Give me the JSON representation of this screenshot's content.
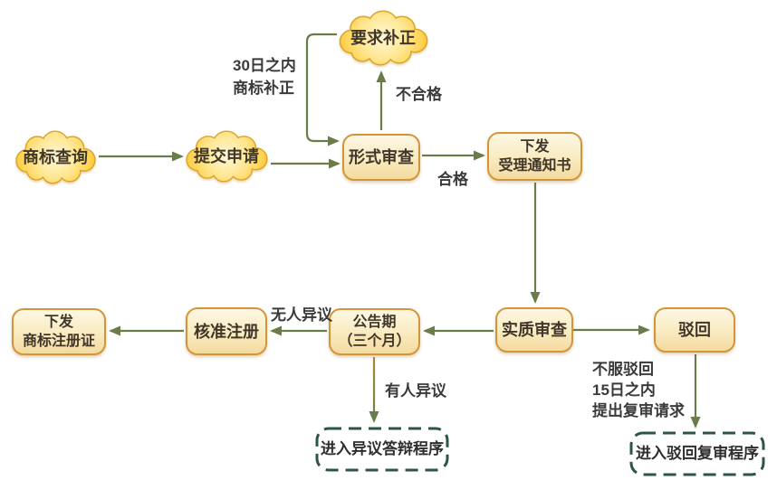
{
  "diagram_type": "flowchart",
  "language": "zh-CN",
  "nodes": {
    "query": {
      "shape": "cloud",
      "label": "商标查询"
    },
    "submit": {
      "shape": "cloud",
      "label": "提交申请"
    },
    "correction": {
      "shape": "cloud",
      "label": "要求补正"
    },
    "formal": {
      "shape": "box",
      "label": "形式审查"
    },
    "notice": {
      "shape": "box",
      "line1": "下发",
      "line2": "受理通知书"
    },
    "substantive": {
      "shape": "box",
      "label": "实质审查"
    },
    "reject": {
      "shape": "box",
      "label": "驳回"
    },
    "announce": {
      "shape": "box",
      "line1": "公告期",
      "line2": "（三个月）"
    },
    "approve": {
      "shape": "box",
      "label": "核准注册"
    },
    "cert": {
      "shape": "box",
      "line1": "下发",
      "line2": "商标注册证"
    },
    "objection_procedure": {
      "shape": "dashed",
      "label": "进入异议答辩程序"
    },
    "review_procedure": {
      "shape": "dashed",
      "label": "进入驳回复审程序"
    }
  },
  "edge_labels": {
    "correction_line1": "30日之内",
    "correction_line2": "商标补正",
    "unqualified": "不合格",
    "qualified": "合格",
    "no_objection": "无人异议",
    "has_objection": "有人异议",
    "review_line1": "不服驳回",
    "review_line2": "15日之内",
    "review_line3": "提出复审请求"
  },
  "edges": [
    {
      "from": "商标查询",
      "to": "提交申请"
    },
    {
      "from": "提交申请",
      "to": "形式审查"
    },
    {
      "from": "形式审查",
      "to": "要求补正",
      "label": "不合格"
    },
    {
      "from": "要求补正",
      "to": "形式审查",
      "label": "30日之内 商标补正"
    },
    {
      "from": "形式审查",
      "to": "下发受理通知书",
      "label": "合格"
    },
    {
      "from": "下发受理通知书",
      "to": "实质审查"
    },
    {
      "from": "实质审查",
      "to": "公告期（三个月）"
    },
    {
      "from": "实质审查",
      "to": "驳回"
    },
    {
      "from": "公告期（三个月）",
      "to": "核准注册",
      "label": "无人异议"
    },
    {
      "from": "核准注册",
      "to": "下发商标注册证"
    },
    {
      "from": "公告期（三个月）",
      "to": "进入异议答辩程序",
      "label": "有人异议"
    },
    {
      "from": "驳回",
      "to": "进入驳回复审程序",
      "label": "不服驳回 15日之内 提出复审请求"
    }
  ],
  "colors": {
    "cloud_fill": "#FFC733",
    "cloud_border": "#DDA32B",
    "box_border": "#D4953A",
    "box_fill_top": "#FDF7E3",
    "box_fill_bottom": "#F4DB9F",
    "arrow": "#6B7C48",
    "dashed_border": "#2E544A",
    "node_text": "#40372A",
    "label_text": "#3A3A3A",
    "background": "#FFFFFF"
  }
}
